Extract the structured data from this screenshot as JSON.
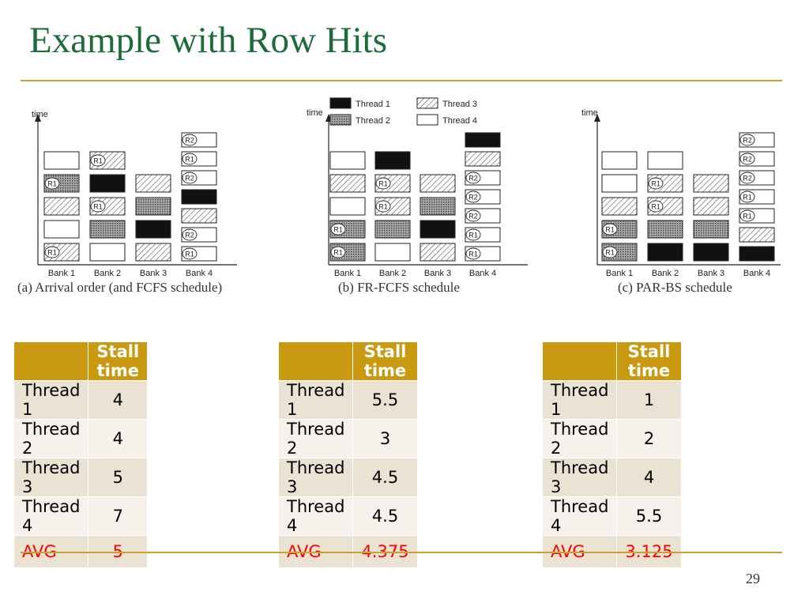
{
  "slide": {
    "title": "Example with Row Hits",
    "page_number": "29"
  },
  "diagrams": [
    {
      "time_label": "time",
      "caption": "(a) Arrival order (and FCFS schedule)",
      "banks": [
        "Bank 1",
        "Bank 2",
        "Bank 3",
        "Bank 4"
      ],
      "columns": [
        [
          {
            "t": "hatch",
            "r": "R1"
          },
          {
            "t": "white",
            "r": ""
          },
          {
            "t": "hatch",
            "r": ""
          },
          {
            "t": "dots",
            "r": "R1"
          },
          {
            "t": "white",
            "r": ""
          }
        ],
        [
          {
            "t": "white",
            "r": ""
          },
          {
            "t": "dots",
            "r": ""
          },
          {
            "t": "hatch",
            "r": "R1"
          },
          {
            "t": "black",
            "r": ""
          },
          {
            "t": "hatch",
            "r": "R1"
          }
        ],
        [
          {
            "t": "hatch",
            "r": ""
          },
          {
            "t": "black",
            "r": ""
          },
          {
            "t": "dots",
            "r": ""
          },
          {
            "t": "hatch",
            "r": ""
          }
        ],
        [
          {
            "t": "white",
            "r": "R1"
          },
          {
            "t": "white",
            "r": "R2"
          },
          {
            "t": "hatch",
            "r": ""
          },
          {
            "t": "black",
            "r": ""
          },
          {
            "t": "white",
            "r": "R2"
          },
          {
            "t": "white",
            "r": "R1"
          },
          {
            "t": "white",
            "r": "R2"
          }
        ]
      ]
    },
    {
      "time_label": "time",
      "caption": "(b) FR-FCFS schedule",
      "banks": [
        "Bank 1",
        "Bank 2",
        "Bank 3",
        "Bank 4"
      ],
      "legend": [
        {
          "t": "black",
          "label": "Thread 1"
        },
        {
          "t": "dots",
          "label": "Thread 2"
        },
        {
          "t": "hatch",
          "label": "Thread 3"
        },
        {
          "t": "white",
          "label": "Thread 4"
        }
      ],
      "columns": [
        [
          {
            "t": "dots",
            "r": "R1"
          },
          {
            "t": "dots",
            "r": "R1"
          },
          {
            "t": "white",
            "r": ""
          },
          {
            "t": "hatch",
            "r": ""
          },
          {
            "t": "white",
            "r": ""
          }
        ],
        [
          {
            "t": "white",
            "r": ""
          },
          {
            "t": "dots",
            "r": ""
          },
          {
            "t": "hatch",
            "r": "R1"
          },
          {
            "t": "hatch",
            "r": "R1"
          },
          {
            "t": "black",
            "r": ""
          }
        ],
        [
          {
            "t": "hatch",
            "r": ""
          },
          {
            "t": "black",
            "r": ""
          },
          {
            "t": "dots",
            "r": ""
          },
          {
            "t": "hatch",
            "r": ""
          }
        ],
        [
          {
            "t": "white",
            "r": "R1"
          },
          {
            "t": "white",
            "r": "R1"
          },
          {
            "t": "white",
            "r": "R2"
          },
          {
            "t": "white",
            "r": "R2"
          },
          {
            "t": "white",
            "r": "R2"
          },
          {
            "t": "hatch",
            "r": ""
          },
          {
            "t": "black",
            "r": ""
          }
        ]
      ]
    },
    {
      "time_label": "time",
      "caption": "(c) PAR-BS schedule",
      "banks": [
        "Bank 1",
        "Bank 2",
        "Bank 3",
        "Bank 4"
      ],
      "columns": [
        [
          {
            "t": "dots",
            "r": "R1"
          },
          {
            "t": "dots",
            "r": "R1"
          },
          {
            "t": "hatch",
            "r": ""
          },
          {
            "t": "white",
            "r": ""
          },
          {
            "t": "white",
            "r": ""
          }
        ],
        [
          {
            "t": "black",
            "r": ""
          },
          {
            "t": "dots",
            "r": ""
          },
          {
            "t": "hatch",
            "r": "R1"
          },
          {
            "t": "hatch",
            "r": "R1"
          },
          {
            "t": "white",
            "r": ""
          }
        ],
        [
          {
            "t": "black",
            "r": ""
          },
          {
            "t": "dots",
            "r": ""
          },
          {
            "t": "hatch",
            "r": ""
          },
          {
            "t": "hatch",
            "r": ""
          }
        ],
        [
          {
            "t": "black",
            "r": ""
          },
          {
            "t": "hatch",
            "r": ""
          },
          {
            "t": "white",
            "r": "R1"
          },
          {
            "t": "white",
            "r": "R1"
          },
          {
            "t": "white",
            "r": "R2"
          },
          {
            "t": "white",
            "r": "R2"
          },
          {
            "t": "white",
            "r": "R2"
          }
        ]
      ]
    }
  ],
  "tables": [
    {
      "header": [
        "",
        "Stall time"
      ],
      "rows": [
        [
          "Thread 1",
          "4"
        ],
        [
          "Thread 2",
          "4"
        ],
        [
          "Thread 3",
          "5"
        ],
        [
          "Thread 4",
          "7"
        ]
      ],
      "avg": [
        "AVG",
        "5"
      ]
    },
    {
      "header": [
        "",
        "Stall time"
      ],
      "rows": [
        [
          "Thread 1",
          "5.5"
        ],
        [
          "Thread 2",
          "3"
        ],
        [
          "Thread 3",
          "4.5"
        ],
        [
          "Thread 4",
          "4.5"
        ]
      ],
      "avg": [
        "AVG",
        "4.375"
      ]
    },
    {
      "header": [
        "",
        "Stall time"
      ],
      "rows": [
        [
          "Thread 1",
          "1"
        ],
        [
          "Thread 2",
          "2"
        ],
        [
          "Thread 3",
          "4"
        ],
        [
          "Thread 4",
          "5.5"
        ]
      ],
      "avg": [
        "AVG",
        "3.125"
      ]
    }
  ],
  "colors": {
    "title": "#1e6b3a",
    "rule": "#c9a227",
    "header_bg": "#c99a10",
    "row_odd": "#eae2d2",
    "row_even": "#f6f1ea",
    "avg_text": "#ff0000"
  }
}
